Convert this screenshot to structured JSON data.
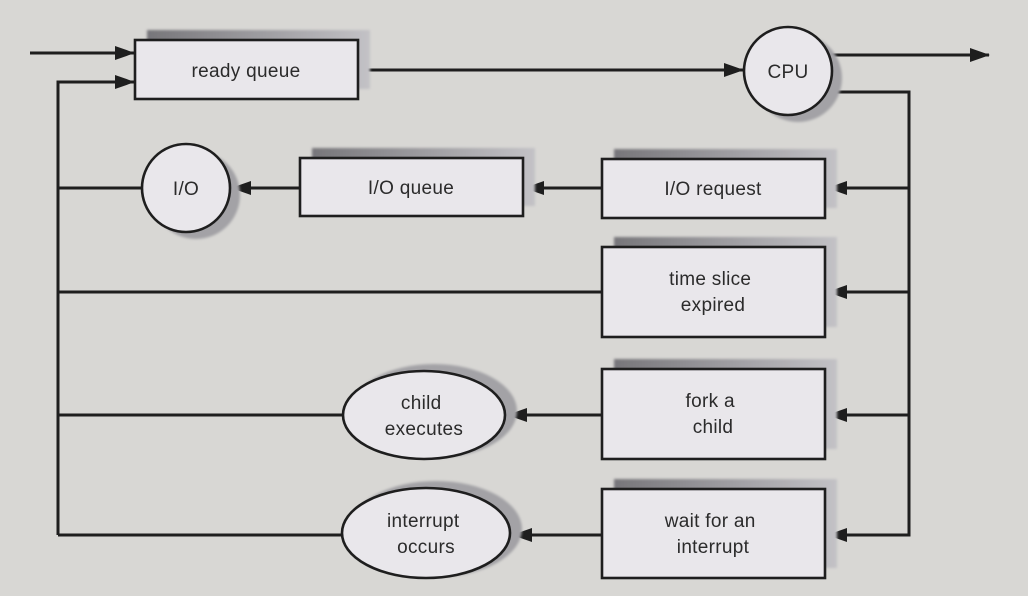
{
  "diagram_type": "flow-diagram",
  "nodes": {
    "ready_queue": {
      "label": "ready queue",
      "shape": "queue-box"
    },
    "cpu": {
      "label": "CPU",
      "shape": "circle"
    },
    "io": {
      "label": "I/O",
      "shape": "circle"
    },
    "io_queue": {
      "label": "I/O queue",
      "shape": "queue-box"
    },
    "io_request": {
      "label": "I/O request",
      "shape": "queue-box"
    },
    "time_slice": {
      "lines": [
        "time slice",
        "expired"
      ],
      "shape": "queue-box"
    },
    "child_executes": {
      "lines": [
        "child",
        "executes"
      ],
      "shape": "ellipse"
    },
    "fork_child": {
      "lines": [
        "fork a",
        "child"
      ],
      "shape": "queue-box"
    },
    "interrupt_occurs": {
      "lines": [
        "interrupt",
        "occurs"
      ],
      "shape": "ellipse"
    },
    "wait_interrupt": {
      "lines": [
        "wait for an",
        "interrupt"
      ],
      "shape": "queue-box"
    }
  },
  "edges": [
    "external arrival into ready queue",
    "feedback loop into ready queue",
    "ready queue to CPU",
    "CPU exit to right",
    "CPU down right side into wait for an interrupt",
    "right side branch into I/O request",
    "right side branch into time slice expired",
    "right side branch into fork a child",
    "I/O request to I/O queue",
    "I/O queue to I/O",
    "I/O back to left feedback line",
    "time slice expired back to left feedback line",
    "fork a child to child executes",
    "child executes back to left feedback line",
    "wait for an interrupt to interrupt occurs",
    "interrupt occurs back to left feedback line"
  ],
  "colors": {
    "background": "#d8d7d4",
    "node_fill": "#e9e7eb",
    "line": "#1e1e1e",
    "text": "#2b2b2b",
    "shadow_dark": "#77767a",
    "shadow_light": "#c3c2c6",
    "circle_shadow": "#a3a2a6"
  }
}
